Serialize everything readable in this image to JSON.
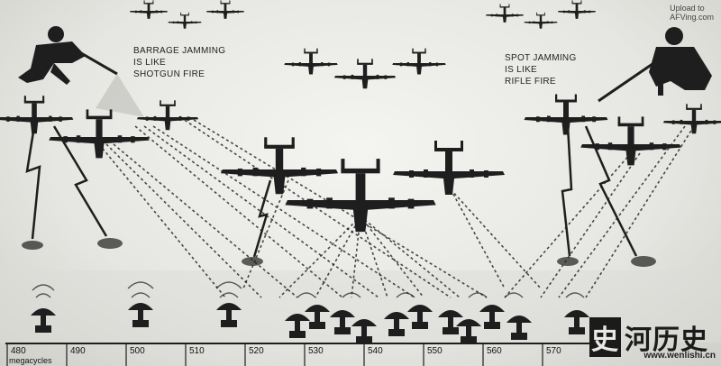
{
  "captions": {
    "barrage": "BARRAGE JAMMING\nIS LIKE\nSHOTGUN FIRE",
    "spot": "SPOT JAMMING\nIS LIKE\nRIFLE FIRE"
  },
  "scale": {
    "ticks": [
      "480",
      "490",
      "500",
      "510",
      "520",
      "530",
      "540",
      "550",
      "560",
      "570"
    ],
    "unit": "megacycles"
  },
  "watermarks": {
    "top_line1": "Upload to",
    "top_line2": "AFVing.com",
    "chinese_box": "史",
    "chinese_rest": "河历史",
    "url": "www.wenlishi.cn"
  },
  "colors": {
    "ink": "#1e1e1e",
    "paper": "#e9e9e6"
  }
}
